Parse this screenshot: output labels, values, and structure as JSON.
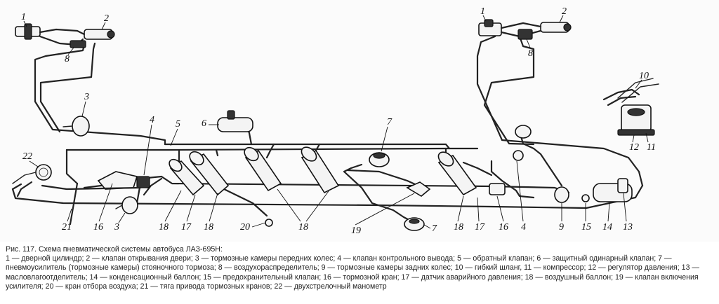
{
  "figure": {
    "labels": {
      "l1a": "1",
      "l2a": "2",
      "l8a": "8",
      "l3a": "3",
      "l22": "22",
      "l4a": "4",
      "l5": "5",
      "l6": "6",
      "l7a": "7",
      "l1b": "1",
      "l2b": "2",
      "l8b": "8",
      "l10": "10",
      "l12": "12",
      "l11": "11",
      "l21": "21",
      "l16a": "16",
      "l3b": "3",
      "l18a": "18",
      "l17a": "17",
      "l18b": "18",
      "l20": "20",
      "l18c": "18",
      "l19": "19",
      "l7b": "7",
      "l18d": "18",
      "l17b": "17",
      "l16b": "16",
      "l4b": "4",
      "l9": "9",
      "l15": "15",
      "l14": "14",
      "l13": "13"
    }
  },
  "caption": {
    "title": "Рис. 117. Схема пневматической системы автобуса ЛАЗ-695Н:",
    "legend": "1 — дверной цилиндр; 2 — клапан открывания двери; 3 — тормозные камеры передних колес; 4 — клапан контрольного вывода; 5 — обратный клапан; 6 — защитный одинарный клапан; 7 — пневмоусилитель (тормозные камеры) стояночного тормоза; 8 — воздухораспределитель; 9 — тормозные камеры задних колес; 10 — гибкий шланг, 11 — компрессор; 12 — регулятор давления; 13 — масловлагоотделитель; 14 — конденсационный баллон; 15 — предохранительный клапан; 16 — тормозной кран; 17 — датчик аварийного давления; 18 — воздушный баллон; 19 — клапан включения усилителя; 20 — кран отбора воздуха; 21 — тяга привода тормозных кранов; 22 — двухстрелочный манометр"
  }
}
